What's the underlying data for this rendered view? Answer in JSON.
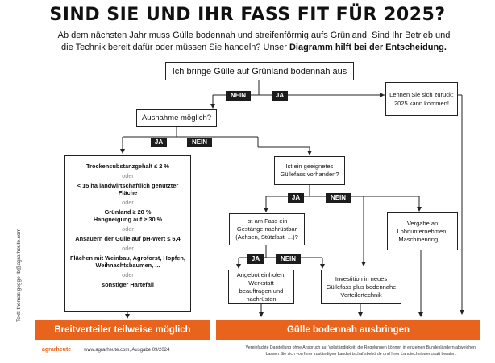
{
  "header": {
    "title": "SIND SIE UND IHR FASS FIT FÜR 2025?",
    "subtitle_plain": "Ab dem nächsten Jahr muss Gülle bodennah und streifenförmig aufs Grünland. Sind Ihr Betrieb und die Technik bereit dafür oder müssen Sie handeln? Unser",
    "subtitle_bold": "Diagramm hilft bei der Entscheidung."
  },
  "nodes": {
    "start": "Ich bringe Gülle auf Grünland bodennah aus",
    "relax": "Lehnen Sie sich zurück: 2025 kann kommen!",
    "exception": "Ausnahme möglich?",
    "suitable_tank": "Ist ein geeignetes Güllefass vorhanden?",
    "retrofit_question": "Ist am Fass ein Gestänge nachrüstbar (Achsen, Stützlast, ...)?",
    "contractor": "Vergabe an Lohnunternehmen, Maschinenring, ...",
    "quote": "Angebot einholen, Werkstatt beauftragen und nachrüsten",
    "invest": "Investition in neues Güllefass plus bodennahe Verteilertechnik"
  },
  "tags": {
    "yes": "JA",
    "no": "NEIN"
  },
  "conditions": {
    "items": [
      "Trockensubstanzgehalt ≤ 2 %",
      "< 15 ha landwirtschaftlich genutzter Fläche",
      "Grünland ≥ 20 % Hangneigung auf ≥ 30 %",
      "Ansäuern der Gülle auf pH-Wert ≤ 6,4",
      "Flächen mit Weinbau, Agroforst, Hopfen, Weihnachtsbaumen, ...",
      "sonstiger Härtefall"
    ],
    "separator": "oder"
  },
  "outcomes": {
    "left": "Breitverteiler teilweise möglich",
    "right": "Gülle bodennah ausbringen"
  },
  "footer": {
    "credit": "Text: thomas gogge tb@agrarheute.com",
    "logo": "agrarheute",
    "url": "www.agrarheute.com, Ausgabe 09/2024",
    "note": "Vereinfachte Darstellung ohne Anspruch auf Vollständigkeit; die Regelungen können in einzelnen Bundesländern abweichen. Lassen Sie sich von Ihrer zuständigen Landwirtschaftsbehörde und Ihrer Landtechnikwerkstatt beraten."
  },
  "colors": {
    "accent_orange": "#e8641c",
    "tag_dark": "#1c1c1c",
    "separator_grey": "#8a8a8a"
  }
}
